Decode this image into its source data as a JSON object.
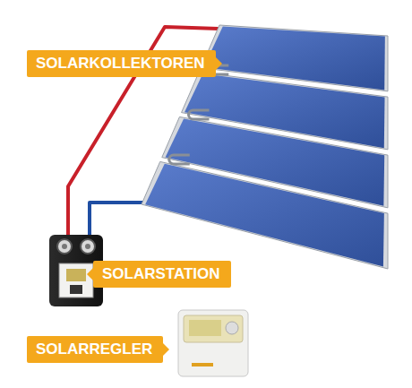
{
  "diagram": {
    "nodes": [
      {
        "text": [
          "SOLARKOLLEKTOREN"
        ]
      },
      {
        "text": [
          "SOLARSTATION"
        ]
      },
      {
        "text": [
          "SOLARREGLER"
        ]
      }
    ]
  }
}
